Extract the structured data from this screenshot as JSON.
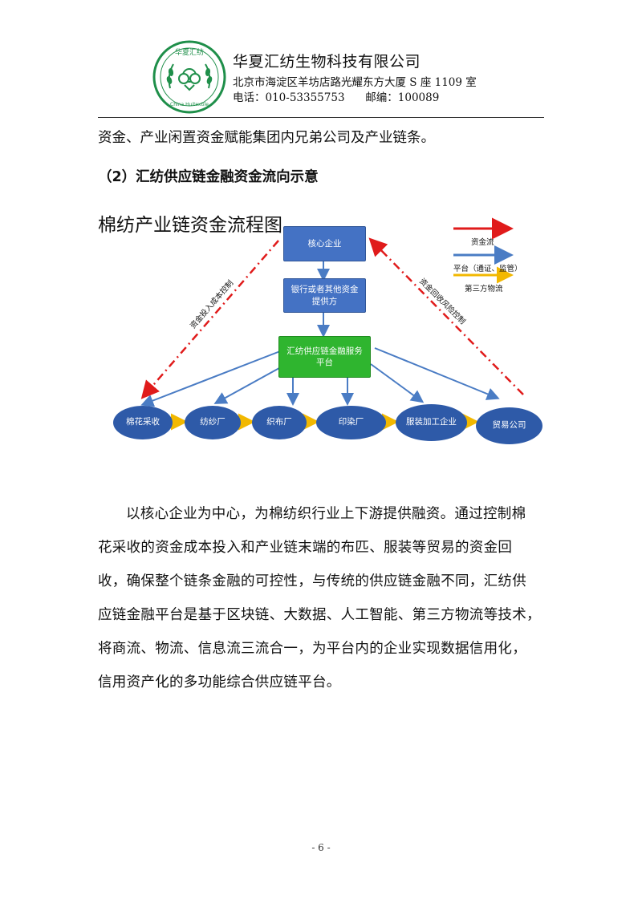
{
  "header": {
    "logo_text_top": "华夏汇纺",
    "logo_text_bottom": "China Huitextile",
    "company": "华夏汇纺生物科技有限公司",
    "address": "北京市海淀区羊坊店路光耀东方大厦 S 座 1109 室",
    "phone": "电话：010-53355753      邮编：100089"
  },
  "intro_line": "资金、产业闲置资金赋能集团内兄弟公司及产业链条。",
  "section_heading": "（2）汇纺供应链金融资金流向示意",
  "diagram": {
    "title": "棉纺产业链资金流程图",
    "core": "核心企业",
    "bank_line1": "银行或者其他资金",
    "bank_line2": "提供方",
    "platform_line1": "汇纺供应链金融服务",
    "platform_line2": "平台",
    "nodes": [
      "棉花采收",
      "纺纱厂",
      "织布厂",
      "印染厂",
      "服装加工企业",
      "贸易公司"
    ],
    "left_arrow_text": "资金投入成本控制",
    "right_arrow_text": "资金回收风险控制",
    "legend": {
      "capital_flow": "资金流",
      "platform": "平台（通证、监管）",
      "logistics": "第三方物流"
    },
    "colors": {
      "capital": "#e01b1b",
      "platform_arrow": "#4a7cc4",
      "logistics": "#f2b800",
      "box_blue": "#4472c4",
      "box_green": "#2fb52f",
      "ellipse_blue": "#2e5aa8"
    }
  },
  "paragraph_lines": [
    "以核心企业为中心，为棉纺织行业上下游提供融资。通过控制棉",
    "花采收的资金成本投入和产业链末端的布匹、服装等贸易的资金回",
    "收，确保整个链条金融的可控性，与传统的供应链金融不同，汇纺供",
    "应链金融平台是基于区块链、大数据、人工智能、第三方物流等技术，",
    "将商流、物流、信息流三流合一，为平台内的企业实现数据信用化，",
    "信用资产化的多功能综合供应链平台。"
  ],
  "page_number": "- 6 -"
}
